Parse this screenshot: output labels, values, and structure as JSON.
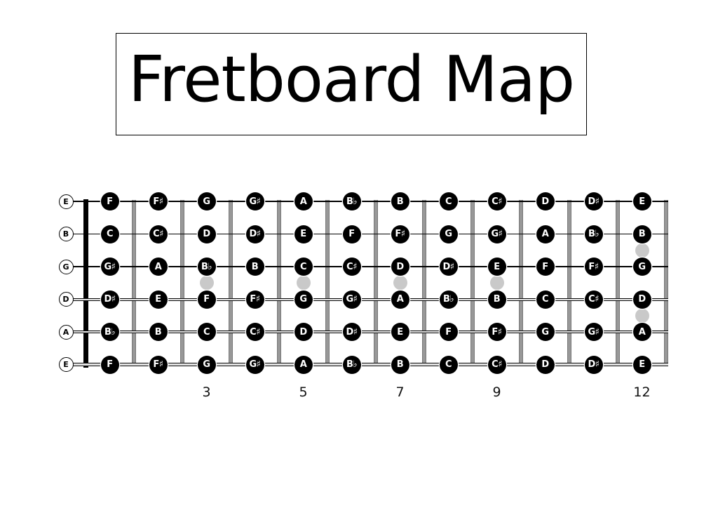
{
  "title": "Fretboard Map",
  "fretboard": {
    "num_frets": 12,
    "open_labels": [
      "E",
      "B",
      "G",
      "D",
      "A",
      "E"
    ],
    "strings": [
      {
        "open": "E",
        "notes": [
          "F",
          "F♯",
          "G",
          "G♯",
          "A",
          "B♭",
          "B",
          "C",
          "C♯",
          "D",
          "D♯",
          "E"
        ]
      },
      {
        "open": "B",
        "notes": [
          "C",
          "C♯",
          "D",
          "D♯",
          "E",
          "F",
          "F♯",
          "G",
          "G♯",
          "A",
          "B♭",
          "B"
        ]
      },
      {
        "open": "G",
        "notes": [
          "G♯",
          "A",
          "B♭",
          "B",
          "C",
          "C♯",
          "D",
          "D♯",
          "E",
          "F",
          "F♯",
          "G"
        ]
      },
      {
        "open": "D",
        "notes": [
          "D♯",
          "E",
          "F",
          "F♯",
          "G",
          "G♯",
          "A",
          "B♭",
          "B",
          "C",
          "C♯",
          "D"
        ]
      },
      {
        "open": "A",
        "notes": [
          "B♭",
          "B",
          "C",
          "C♯",
          "D",
          "D♯",
          "E",
          "F",
          "F♯",
          "G",
          "G♯",
          "A"
        ]
      },
      {
        "open": "E",
        "notes": [
          "F",
          "F♯",
          "G",
          "G♯",
          "A",
          "B♭",
          "B",
          "C",
          "C♯",
          "D",
          "D♯",
          "E"
        ]
      }
    ],
    "fret_number_labels": [
      {
        "fret": 3,
        "label": "3"
      },
      {
        "fret": 5,
        "label": "5"
      },
      {
        "fret": 7,
        "label": "7"
      },
      {
        "fret": 9,
        "label": "9"
      },
      {
        "fret": 12,
        "label": "12"
      }
    ],
    "inlay_markers": {
      "single_frets": [
        3,
        5,
        7,
        9
      ],
      "double_fret": 12
    },
    "colors": {
      "note_fill": "#000000",
      "note_text": "#ffffff",
      "inlay_dot": "#c9c9c9",
      "fret_wire": "#989898",
      "nut": "#000000",
      "string": "#000000",
      "background": "#ffffff"
    }
  }
}
